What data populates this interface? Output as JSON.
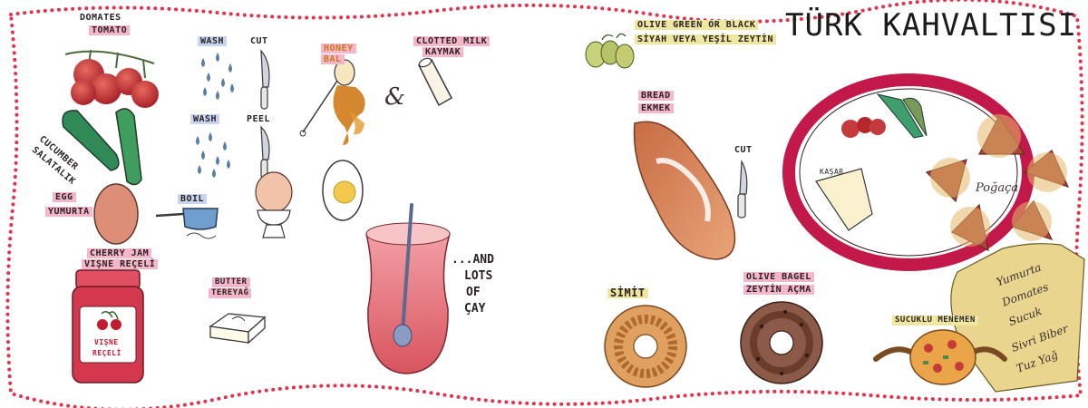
{
  "title": "TÜRK KAHVALTISI",
  "colors": {
    "border_dots": "#e0344f",
    "plate_rim": "#c2184a",
    "jam": "#d4384f",
    "tea": "#e0707a",
    "bread": "#d07a52",
    "highlight_pink": "#f0a6bf",
    "highlight_yellow": "#efe6a0",
    "paper": "#e9d58e"
  },
  "labels": {
    "tomato_tr": "DOMATES",
    "tomato_en": "TOMATO",
    "cucumber_en": "CUCUMBER",
    "cucumber_tr": "SALATALIK",
    "egg_en": "EGG",
    "egg_tr": "YUMURTA",
    "wash1": "WASH",
    "cut1": "CUT",
    "wash2": "WASH",
    "peel": "PEEL",
    "boil": "BOIL",
    "honey_en": "HONEY",
    "honey_tr": "BAL",
    "and_symbol": "&",
    "cream_en": "CLOTTED MILK",
    "cream_tr": "KAYMAK",
    "jam_en": "CHERRY JAM",
    "jam_tr": "VIŞNE REÇELİ",
    "jar_tr1": "VIŞNE",
    "jar_tr2": "REÇELİ",
    "butter_en": "BUTTER",
    "butter_tr": "TEREYAĞ",
    "tea_line1": "...AND",
    "tea_line2": "LOTS",
    "tea_line3": "OF",
    "tea_line4": "ÇAY",
    "olive_en": "OLIVE GREEN OR BLACK",
    "olive_tr": "SİYAH VEYA YEŞİL ZEYTİN",
    "bread_en": "BREAD",
    "bread_tr": "EKMEK",
    "cut2": "CUT",
    "kasar": "KAŞAR",
    "pogaca": "Poğaça",
    "simit": "SİMİT",
    "olive_bagel_en": "OLIVE BAGEL",
    "olive_bagel_tr": "ZEYTİN AÇMA",
    "menemen": "SUCUKLU MENEMEN",
    "paper_lines": [
      "Yumurta",
      "Domates",
      "Sucuk",
      "Sivri Biber",
      "Tuz Yağ"
    ]
  }
}
